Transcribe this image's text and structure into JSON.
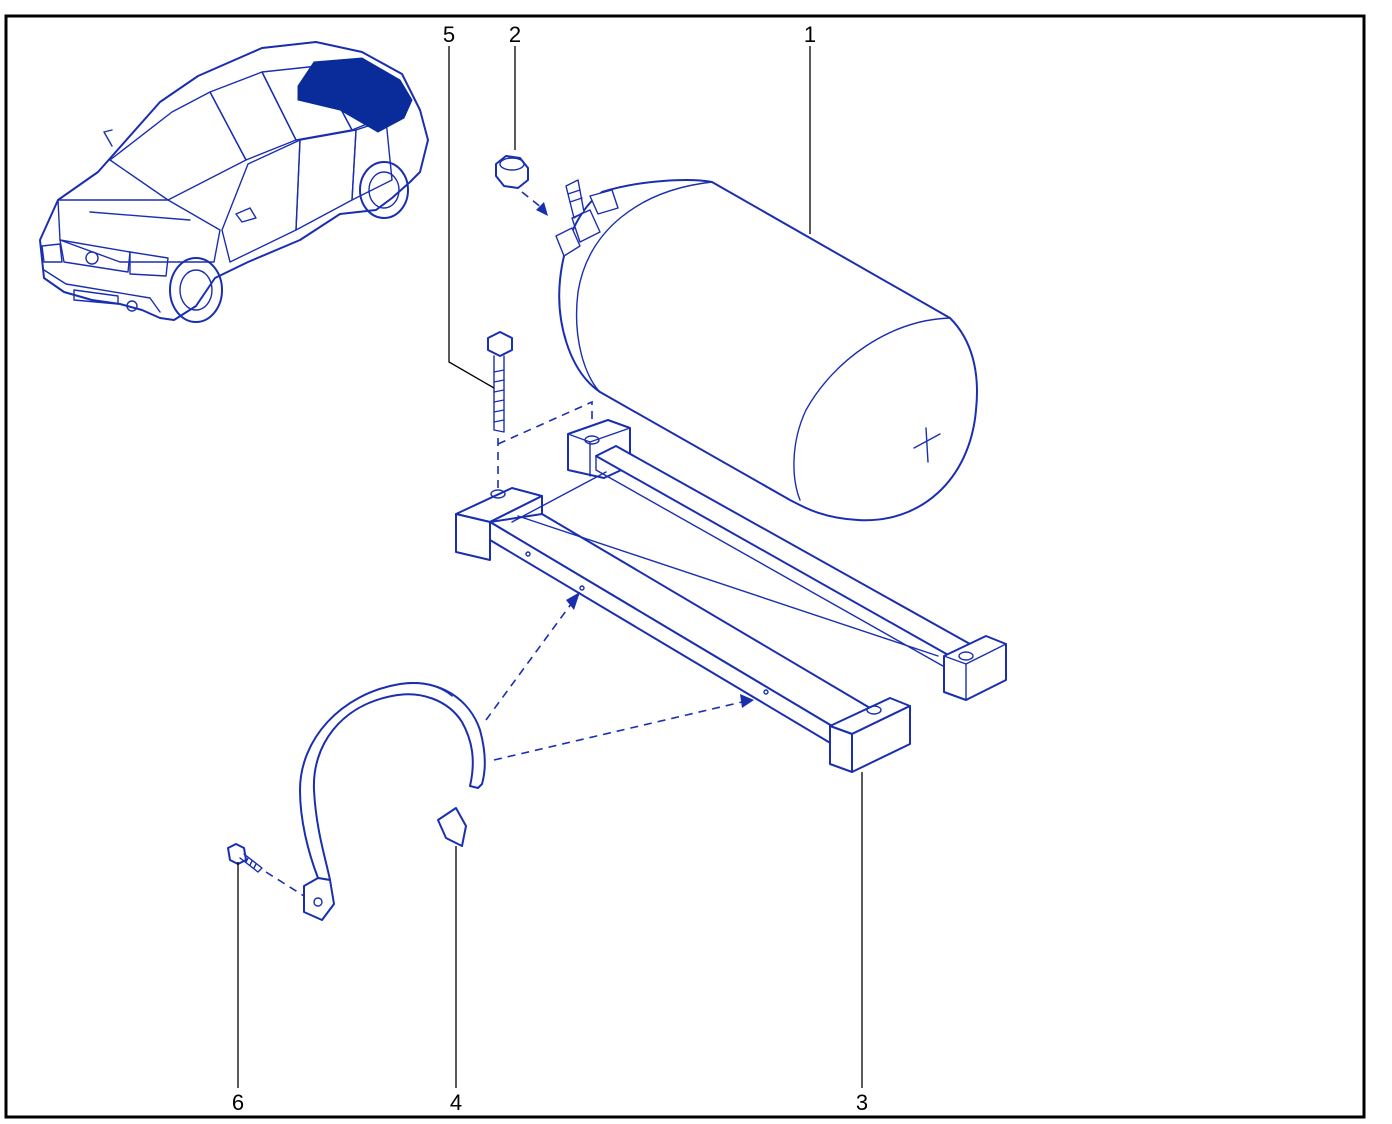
{
  "colors": {
    "line": "#1a2fb0",
    "accent": "#0a2c9a",
    "frame": "#000000",
    "background": "#ffffff"
  },
  "callouts": [
    {
      "id": "1",
      "label": "1"
    },
    {
      "id": "2",
      "label": "2"
    },
    {
      "id": "3",
      "label": "3"
    },
    {
      "id": "4",
      "label": "4"
    },
    {
      "id": "5",
      "label": "5"
    },
    {
      "id": "6",
      "label": "6"
    }
  ]
}
